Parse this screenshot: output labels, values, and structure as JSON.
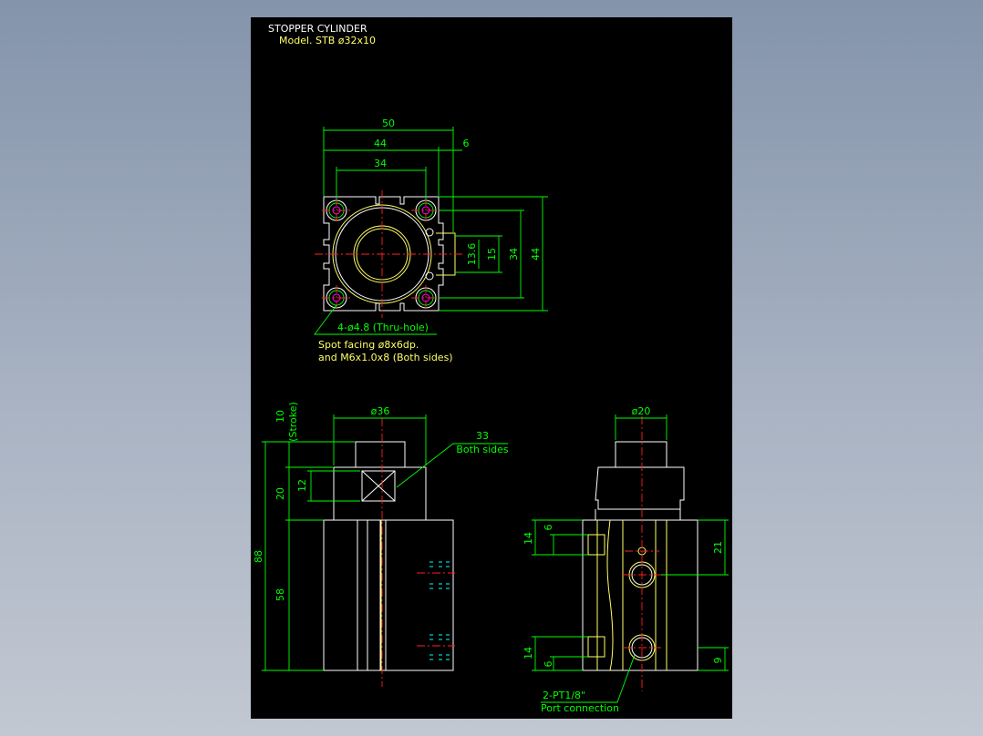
{
  "title": "STOPPER CYLINDER",
  "model": "Model. STB ø32x10",
  "dims": {
    "d50": "50",
    "d44": "44",
    "d34": "34",
    "d6": "6",
    "v136": "13.6",
    "v15": "15",
    "v34": "34",
    "v44": "44",
    "phi36": "ø36",
    "phi20": "ø20",
    "s10": "10",
    "stroke": "(Stroke)",
    "s12": "12",
    "s20": "20",
    "s88": "88",
    "s58": "58",
    "s33": "33",
    "both_sides": "Both sides",
    "p14a": "14",
    "p6a": "6",
    "p21": "21",
    "p14b": "14",
    "p6b": "6",
    "p9": "9"
  },
  "notes": {
    "hole1": "4-ø4.8 (Thru-hole)",
    "hole2": "Spot facing ø8x6dp.",
    "hole3": "and M6x1.0x8 (Both sides)",
    "port1": "2-PT1/8\"",
    "port2": "Port connection"
  },
  "colors": {
    "background": "#000000",
    "outline": "#ffffff",
    "dimension": "#00ff00",
    "centerline": "#ff2020",
    "title": "#ffffff",
    "model": "#ffff66"
  }
}
